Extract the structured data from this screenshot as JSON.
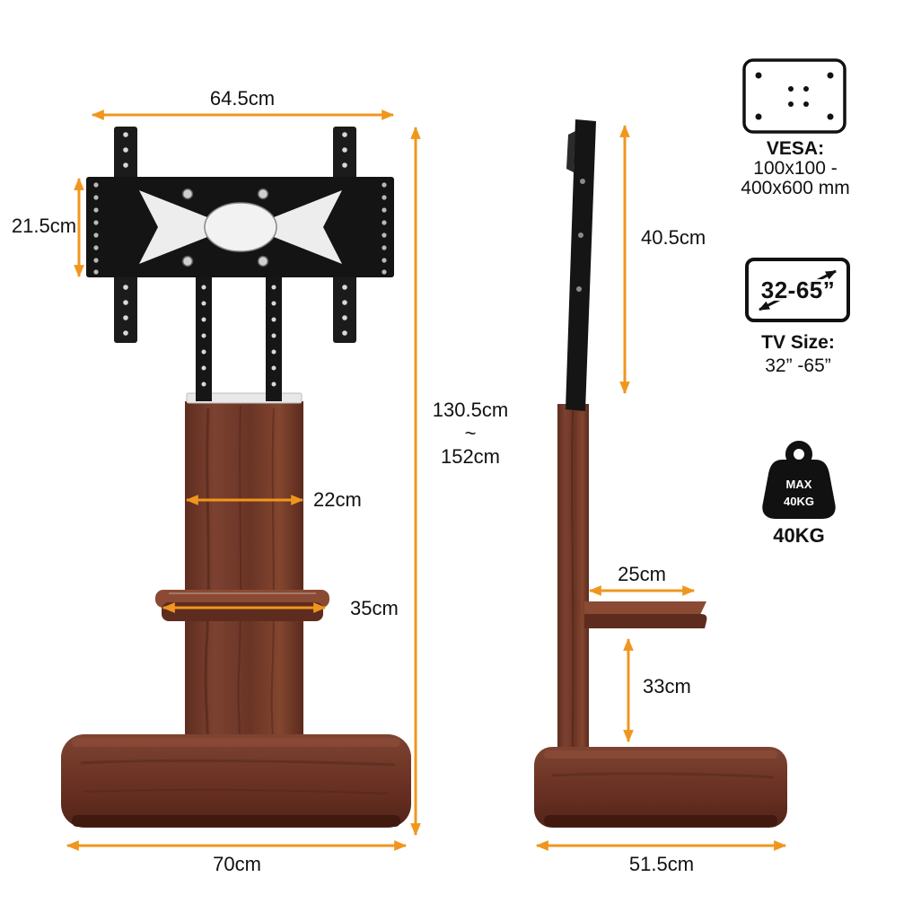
{
  "diagram_title": "TV floor stand dimension diagram (front and side views)",
  "front": {
    "width_top": "64.5cm",
    "bracket_height": "21.5cm",
    "height_min": "130.5cm",
    "height_tilde": "~",
    "height_max": "152cm",
    "column_width": "22cm",
    "shelf_width": "35cm",
    "base_width": "70cm"
  },
  "side": {
    "bracket_height": "40.5cm",
    "shelf_depth": "25cm",
    "shelf_height": "33cm",
    "base_depth": "51.5cm"
  },
  "vesa": {
    "title": "VESA:",
    "line1": "100x100 -",
    "line2": "400x600 mm"
  },
  "tv_size": {
    "badge": "32-65”",
    "title": "TV Size:",
    "value": "32” -65”"
  },
  "weight": {
    "max_label": "MAX",
    "max_value": "40KG",
    "caption": "40KG"
  },
  "colors": {
    "dimension_arrow": "#F0961E",
    "wood_dark": "#5F2D20",
    "wood_mid": "#7C4130",
    "bracket_black": "#161616"
  }
}
